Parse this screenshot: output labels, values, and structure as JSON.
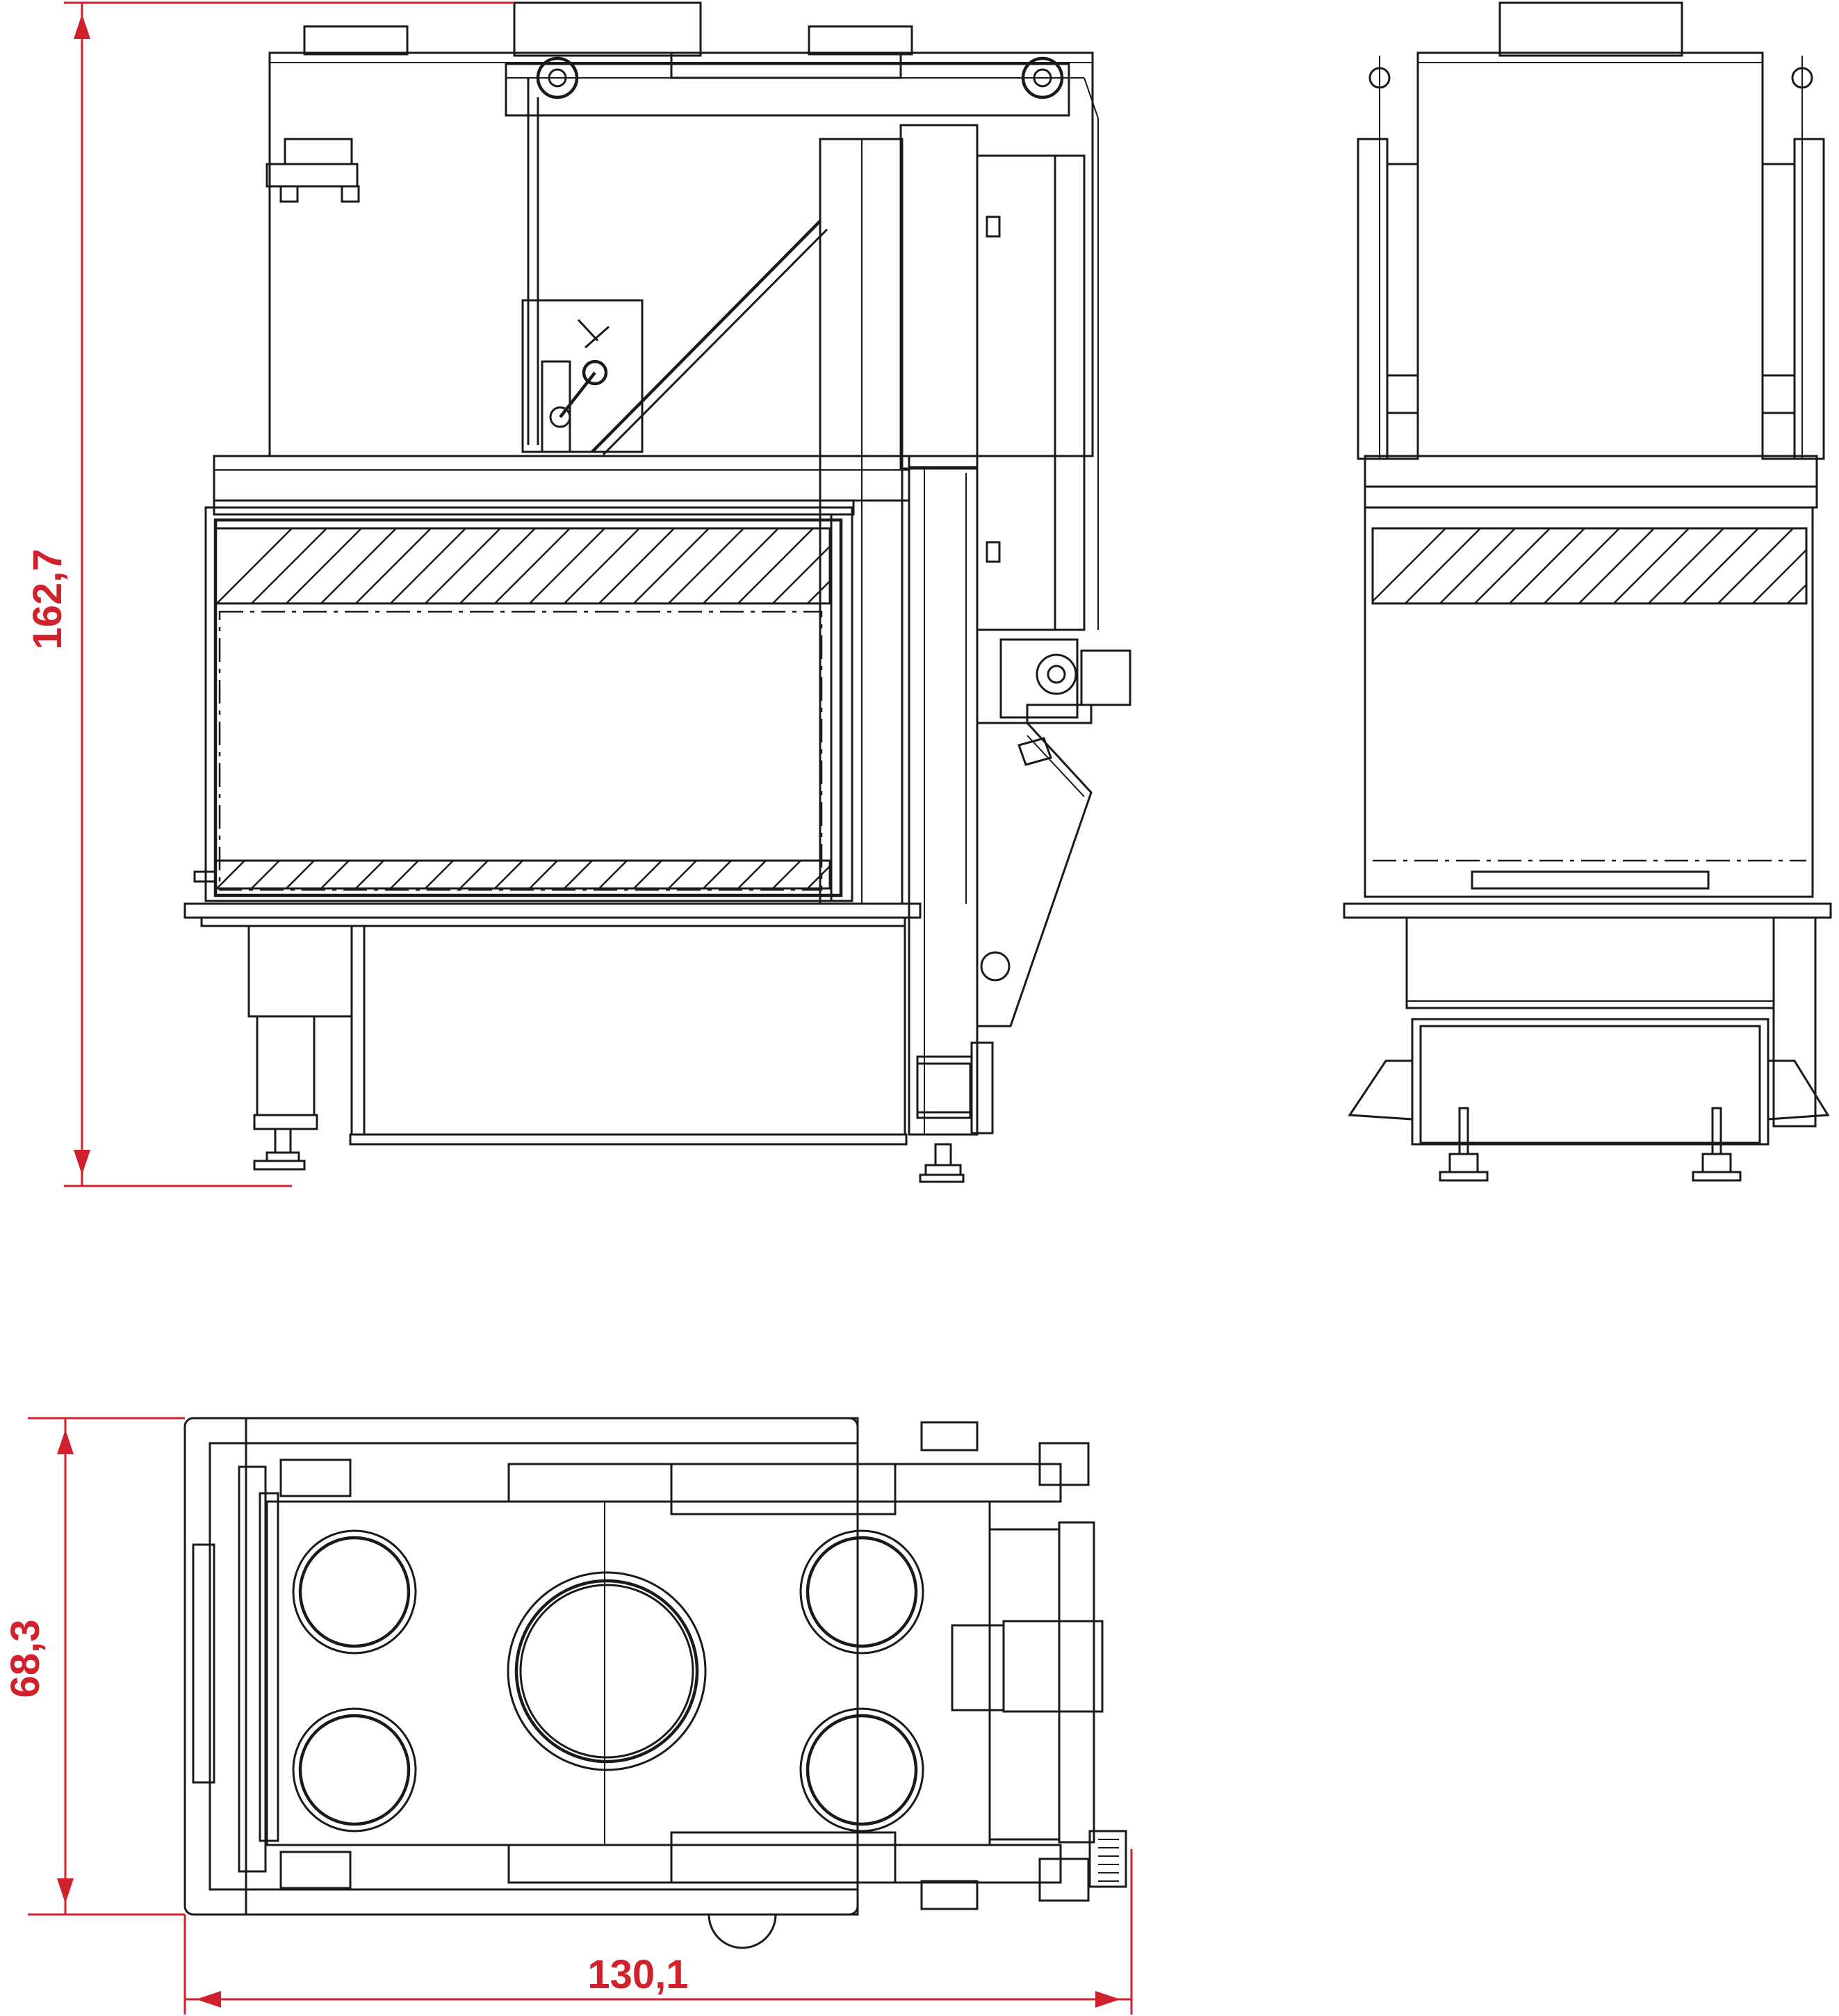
{
  "dimensions": {
    "height": "162,7",
    "depth": "68,3",
    "width": "130,1"
  },
  "colors": {
    "dimension": "#d1212c",
    "line": "#1a1a1a",
    "background": "#ffffff"
  }
}
